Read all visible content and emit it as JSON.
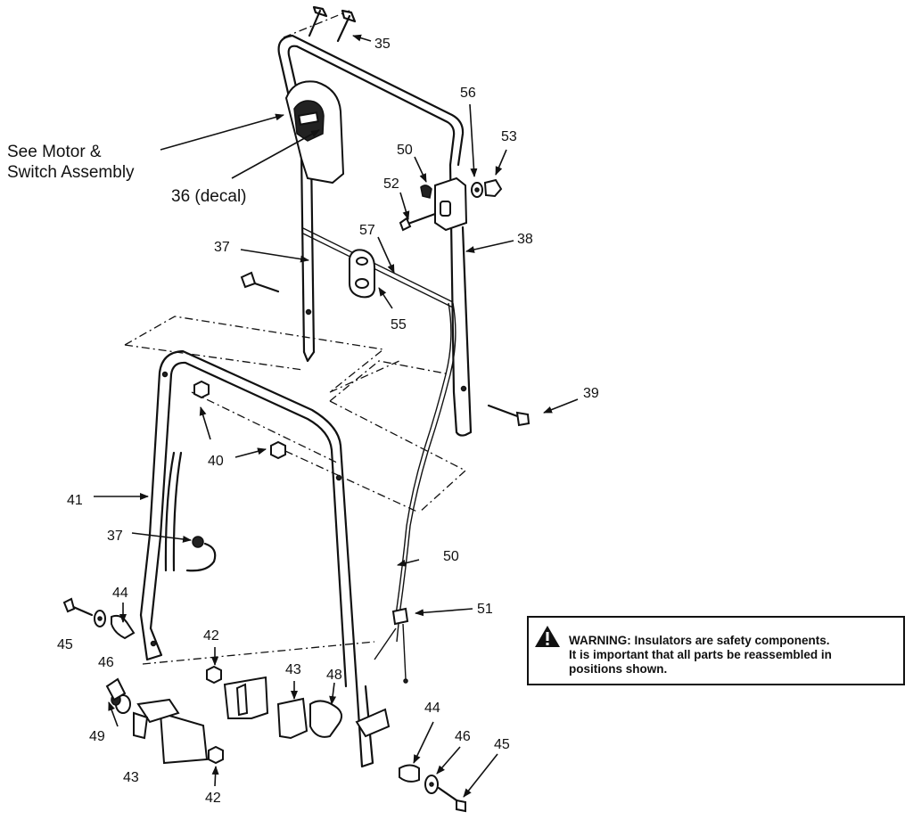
{
  "callouts": {
    "n35": "35",
    "n36": "36 (decal)",
    "motor_line1": "See Motor &",
    "motor_line2": "Switch Assembly",
    "n37a": "37",
    "n37b": "37",
    "n38": "38",
    "n39": "39",
    "n40": "40",
    "n41": "41",
    "n42a": "42",
    "n42b": "42",
    "n43a": "43",
    "n43b": "43",
    "n44a": "44",
    "n44b": "44",
    "n45a": "45",
    "n45b": "45",
    "n46a": "46",
    "n46b": "46",
    "n48": "48",
    "n49": "49",
    "n50a": "50",
    "n50b": "50",
    "n51": "51",
    "n52": "52",
    "n53": "53",
    "n55": "55",
    "n56": "56",
    "n57": "57"
  },
  "warning": {
    "icon": "warning-triangle-icon",
    "line1": "WARNING: Insulators are safety components.",
    "line2": "It is important that all parts be reassembled in",
    "line3": "positions shown."
  }
}
